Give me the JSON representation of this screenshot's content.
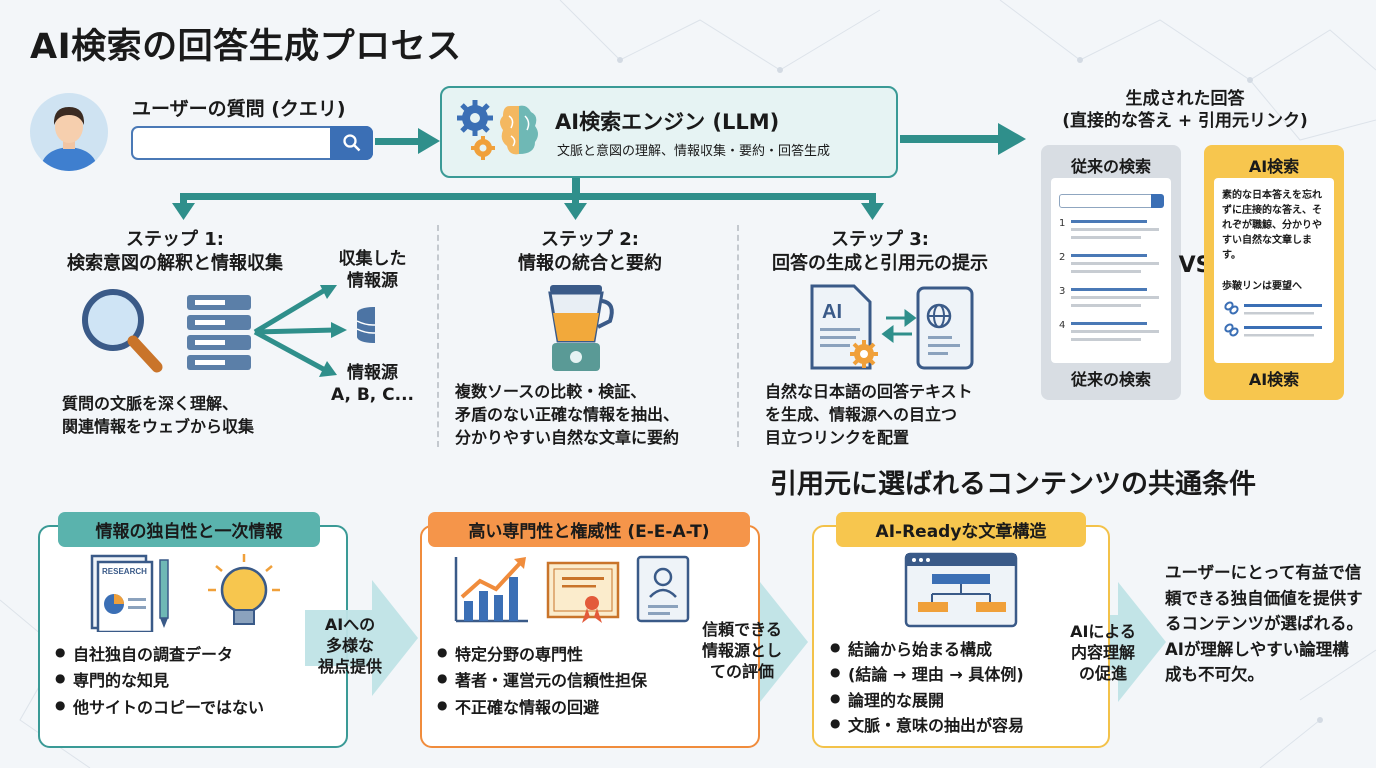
{
  "title": "AI検索の回答生成プロセス",
  "query": {
    "label": "ユーザーの質問 (クエリ)"
  },
  "engine": {
    "title": "AI検索エンジン (LLM)",
    "subtitle": "文脈と意図の理解、情報収集・要約・回答生成"
  },
  "output": {
    "title_line1": "生成された回答",
    "title_line2": "(直接的な答え + 引用元リンク)"
  },
  "traditional": {
    "title": "従来の検索",
    "footer": "従来の検索",
    "numbers": [
      "1",
      "2",
      "3",
      "4"
    ]
  },
  "versus": "VS",
  "ai_panel": {
    "title": "AI検索",
    "footer": "AI検索",
    "text": "素的な日本答えを忘れずに庄接的な答え、それぞが職鯨、分かりやすい自然な文章します。",
    "link_note": "歩鞁リンは要望へ"
  },
  "steps": [
    {
      "title1": "ステップ 1:",
      "title2": "検索意図の解釈と情報収集",
      "desc": [
        "質問の文脈を深く理解、",
        "関連情報をウェブから収集"
      ]
    },
    {
      "title1": "ステップ 2:",
      "title2": "情報の統合と要約",
      "desc": [
        "複数ソースの比較・検証、",
        "矛盾のない正確な情報を抽出、",
        "分かりやすい自然な文章に要約"
      ]
    },
    {
      "title1": "ステップ 3:",
      "title2": "回答の生成と引用元の提示",
      "desc": [
        "自然な日本語の回答テキスト",
        "を生成、情報源への目立つ",
        "目立つリンクを配置"
      ]
    }
  ],
  "sources": {
    "collected1": "収集した",
    "collected2": "情報源",
    "src1": "情報源",
    "src2": "A, B, C..."
  },
  "section_title": "引用元に選ばれるコンテンツの共通条件",
  "conditions": [
    {
      "badge": "情報の独自性と一次情報",
      "doc_label": "RESEARCH",
      "items": [
        "自社独自の調査データ",
        "専門的な知見",
        "他サイトのコピーではない"
      ],
      "arrow": [
        "AIへの",
        "多様な",
        "視点提供"
      ]
    },
    {
      "badge": "高い専門性と権威性 (E-E-A-T)",
      "items": [
        "特定分野の専門性",
        "著者・運営元の信頼性担保",
        "不正確な情報の回避"
      ],
      "arrow": [
        "信頼できる",
        "情報源とし",
        "ての評価"
      ]
    },
    {
      "badge": "AI-Readyな文章構造",
      "items": [
        "結論から始まる構成",
        "(結論 → 理由 → 具体例)",
        "論理的な展開",
        "文脈・意味の抽出が容易"
      ],
      "arrow": [
        "AIによる",
        "内容理解",
        "の促進"
      ]
    }
  ],
  "conclusion": "ユーザーにとって有益で信頼できる独自価値を提供するコンテンツが選ばれる。AIが理解しやすい論理構成も不可欠。",
  "colors": {
    "teal": "#3a9a96",
    "orange": "#f08c3c",
    "yellow": "#f3c24a",
    "blue": "#3b6fb5"
  }
}
